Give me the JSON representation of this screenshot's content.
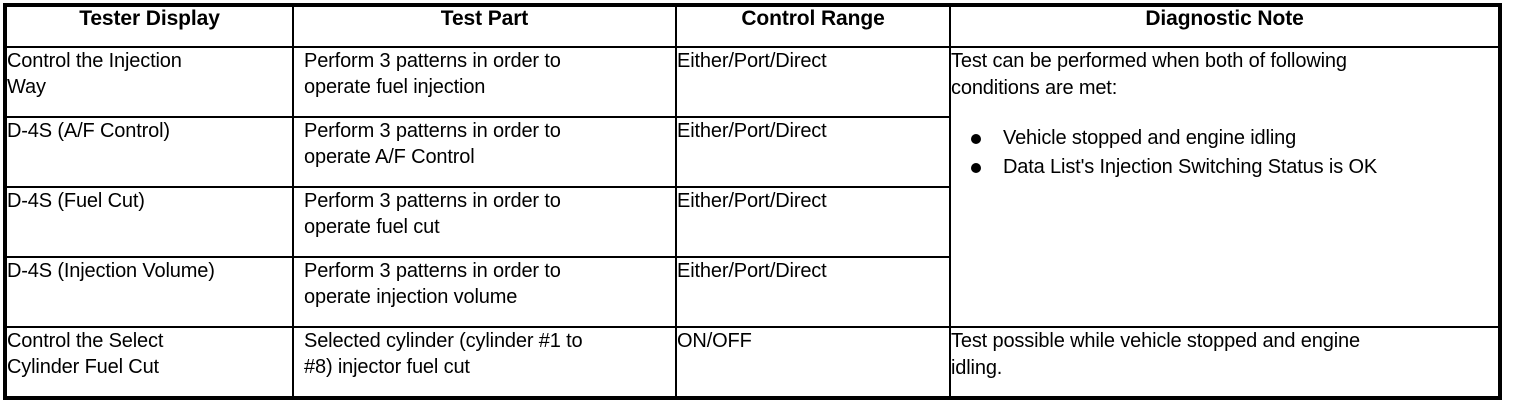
{
  "table": {
    "headers": [
      "Tester Display",
      "Test Part",
      "Control Range",
      "Diagnostic Note"
    ],
    "rows": [
      {
        "tester_display": "Control the Injection\nWay",
        "test_part": "Perform 3 patterns in order to\noperate fuel injection",
        "control_range": "Either/Port/Direct"
      },
      {
        "tester_display": "D-4S (A/F Control)",
        "test_part": "Perform 3 patterns in order to\noperate A/F Control",
        "control_range": "Either/Port/Direct"
      },
      {
        "tester_display": "D-4S (Fuel Cut)",
        "test_part": "Perform 3 patterns in order to\noperate fuel cut",
        "control_range": "Either/Port/Direct"
      },
      {
        "tester_display": "D-4S (Injection Volume)",
        "test_part": "Perform 3 patterns in order to\noperate injection volume",
        "control_range": "Either/Port/Direct"
      },
      {
        "tester_display": "Control the Select\nCylinder Fuel Cut",
        "test_part": "Selected cylinder (cylinder #1 to\n#8) injector fuel cut",
        "control_range": "ON/OFF"
      }
    ],
    "notes": {
      "merged_note": {
        "lead": "Test can be performed when both of following\nconditions are met:",
        "bullets": [
          "Vehicle stopped and engine idling",
          "Data List's Injection Switching Status is OK"
        ]
      },
      "last_note": "Test possible while vehicle stopped and engine\nidling."
    }
  },
  "colors": {
    "border": "#000000",
    "text": "#000000",
    "background": "#ffffff"
  }
}
